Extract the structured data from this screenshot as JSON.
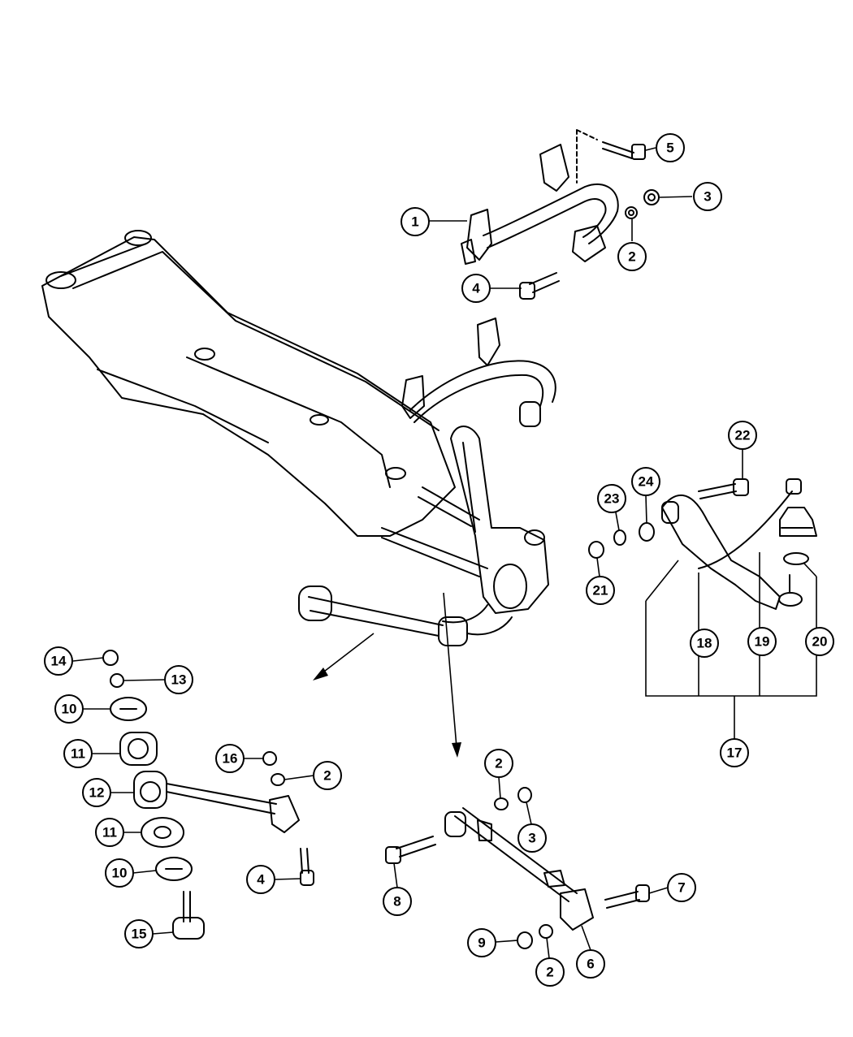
{
  "callouts": [
    {
      "id": "c1",
      "label": "1"
    },
    {
      "id": "c2a",
      "label": "2"
    },
    {
      "id": "c3a",
      "label": "3"
    },
    {
      "id": "c4a",
      "label": "4"
    },
    {
      "id": "c5",
      "label": "5"
    },
    {
      "id": "c14",
      "label": "14"
    },
    {
      "id": "c13",
      "label": "13"
    },
    {
      "id": "c10a",
      "label": "10"
    },
    {
      "id": "c11a",
      "label": "11"
    },
    {
      "id": "c12",
      "label": "12"
    },
    {
      "id": "c11b",
      "label": "11"
    },
    {
      "id": "c10b",
      "label": "10"
    },
    {
      "id": "c15",
      "label": "15"
    },
    {
      "id": "c16",
      "label": "16"
    },
    {
      "id": "c2b",
      "label": "2"
    },
    {
      "id": "c4b",
      "label": "4"
    },
    {
      "id": "c22",
      "label": "22"
    },
    {
      "id": "c23",
      "label": "23"
    },
    {
      "id": "c24",
      "label": "24"
    },
    {
      "id": "c21",
      "label": "21"
    },
    {
      "id": "c18",
      "label": "18"
    },
    {
      "id": "c19",
      "label": "19"
    },
    {
      "id": "c20",
      "label": "20"
    },
    {
      "id": "c17",
      "label": "17"
    },
    {
      "id": "c2c",
      "label": "2"
    },
    {
      "id": "c3b",
      "label": "3"
    },
    {
      "id": "c8",
      "label": "8"
    },
    {
      "id": "c7",
      "label": "7"
    },
    {
      "id": "c9",
      "label": "9"
    },
    {
      "id": "c2d",
      "label": "2"
    },
    {
      "id": "c6",
      "label": "6"
    }
  ]
}
